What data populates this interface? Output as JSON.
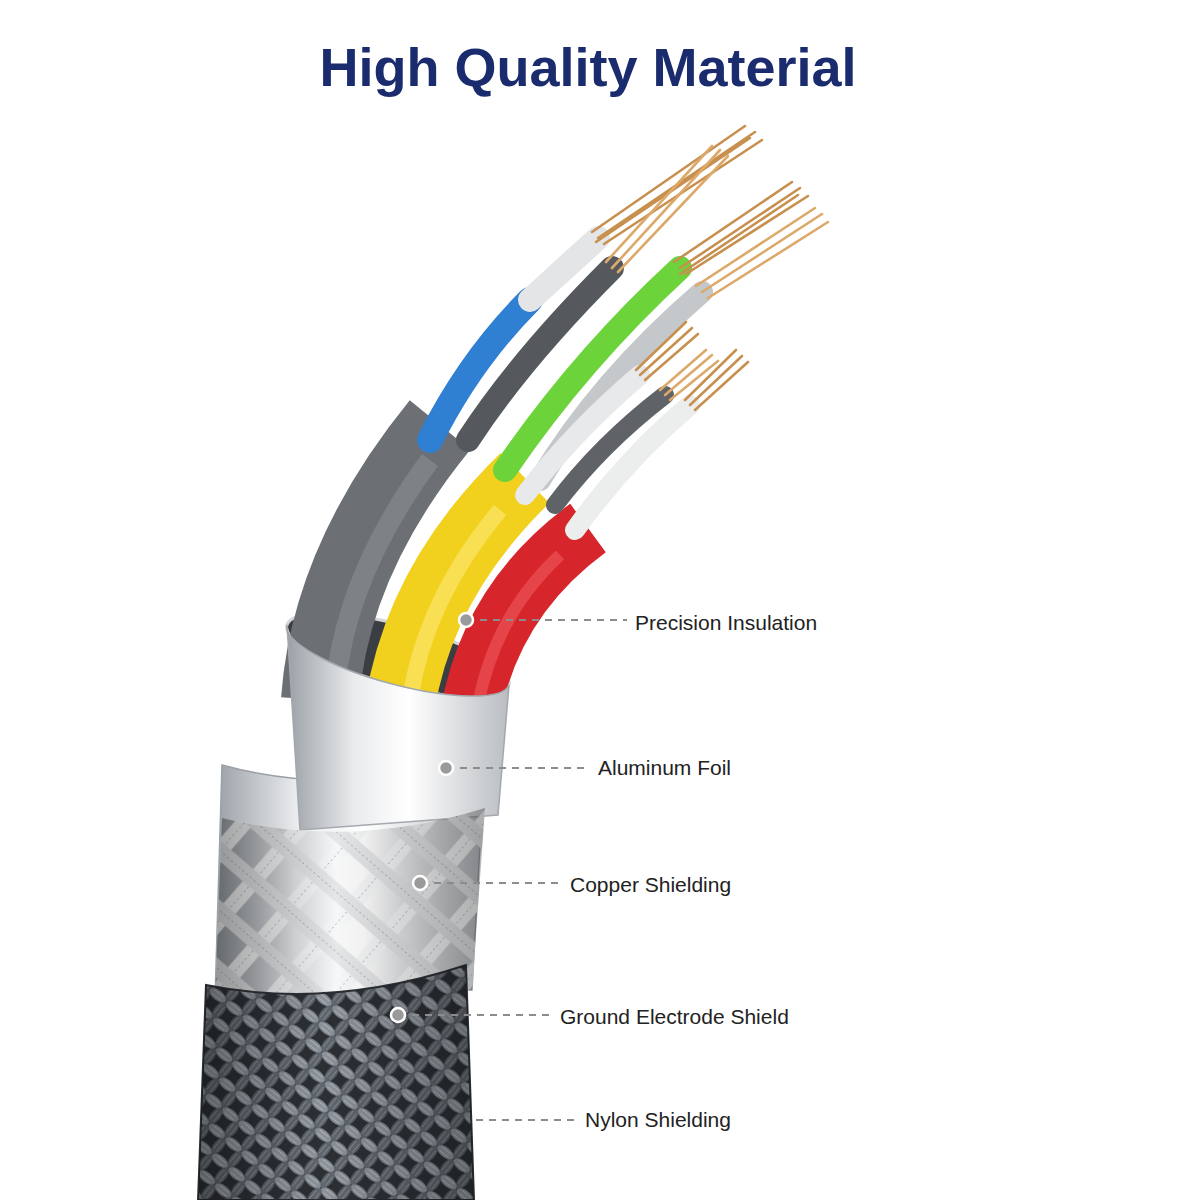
{
  "diagram": {
    "title": "High Quality Material",
    "labels": [
      "Precision Insulation",
      "Aluminum Foil",
      "Copper Shielding",
      "Ground Electrode Shield",
      "Nylon Shielding"
    ]
  }
}
